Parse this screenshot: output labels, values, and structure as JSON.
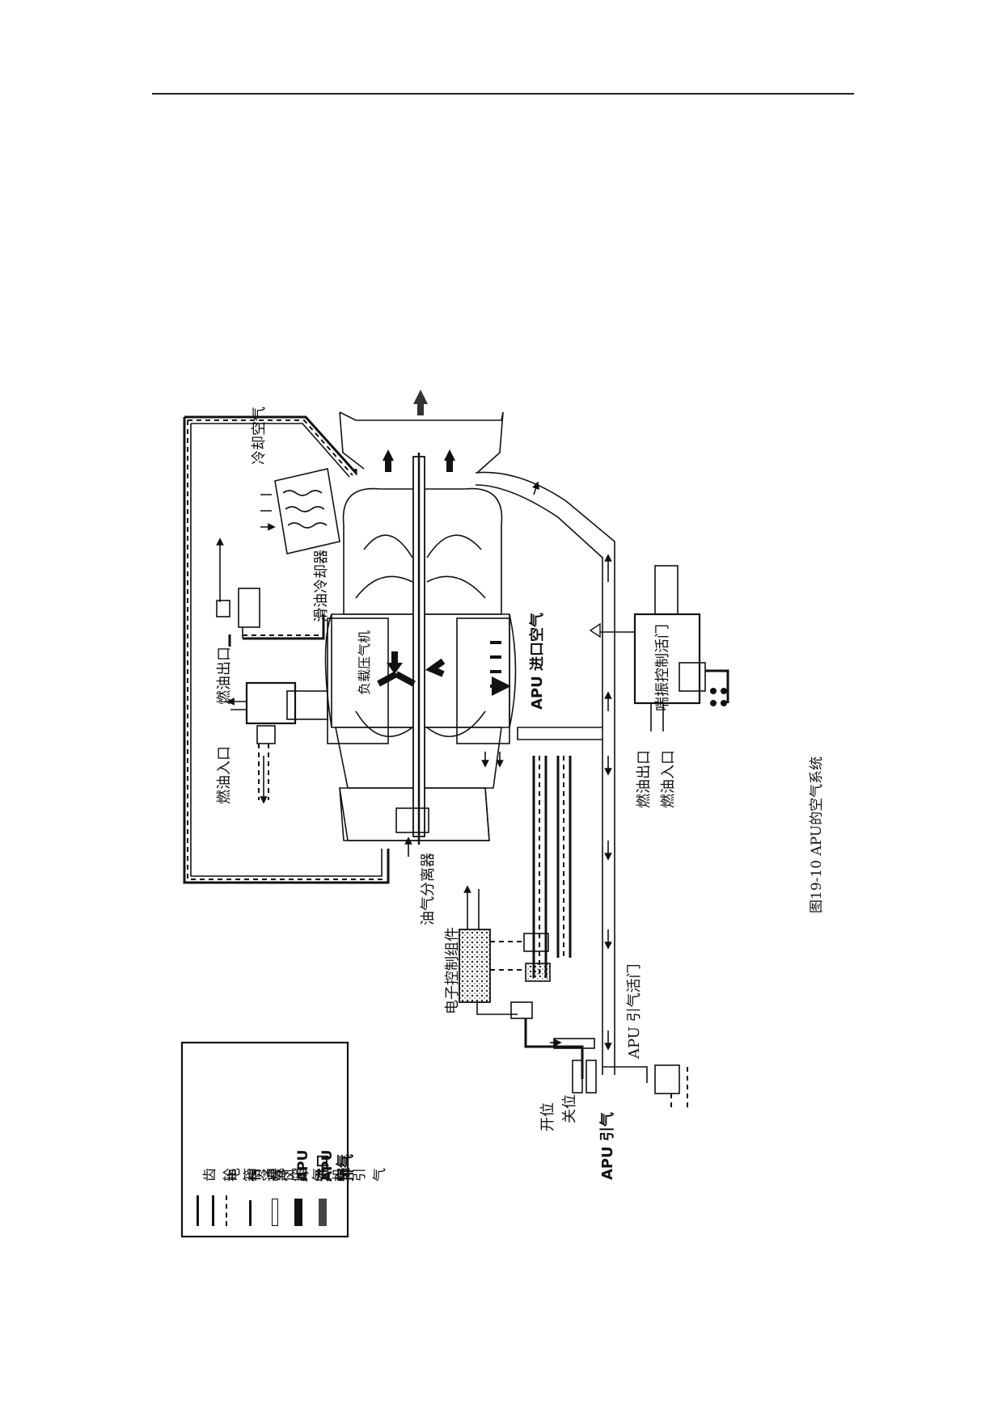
{
  "caption": "图19-10 APU的空气系统",
  "labels": {
    "cooling_air": "冷却空气",
    "oil_cooler": "滑油冷却器",
    "fuel_outlet_top": "燃油出口",
    "fuel_inlet_top": "燃油入口",
    "load_compressor": "负载压气机",
    "apu_inlet_air": "APU 进口空气",
    "surge_valve": "喘振控制活门",
    "fuel_outlet_bottom": "燃油出口",
    "fuel_inlet_bottom": "燃油入口",
    "oil_separator": "油气分离器",
    "ecu": "电子控制组件",
    "bleed_valve": "APU 引气活门",
    "open_pos": "开位",
    "closed_pos": "关位",
    "apu_bleed": "APU 引气"
  },
  "legend": {
    "items": [
      {
        "icon": "gearbox-vent-line-icon",
        "label": "齿轮箱通风"
      },
      {
        "icon": "electric-signal-line-icon",
        "label": "电信号"
      },
      {
        "icon": "load-compressor-bleed-arrow-icon",
        "label": "负载压气机引气"
      },
      {
        "icon": "cooling-air-arrow-icon",
        "label": "冷却空气"
      },
      {
        "icon": "apu-inlet-air-arrow-icon",
        "label": "APU 进口空气"
      },
      {
        "icon": "apu-exhaust-arrow-icon",
        "label": "APU 排气"
      }
    ]
  }
}
